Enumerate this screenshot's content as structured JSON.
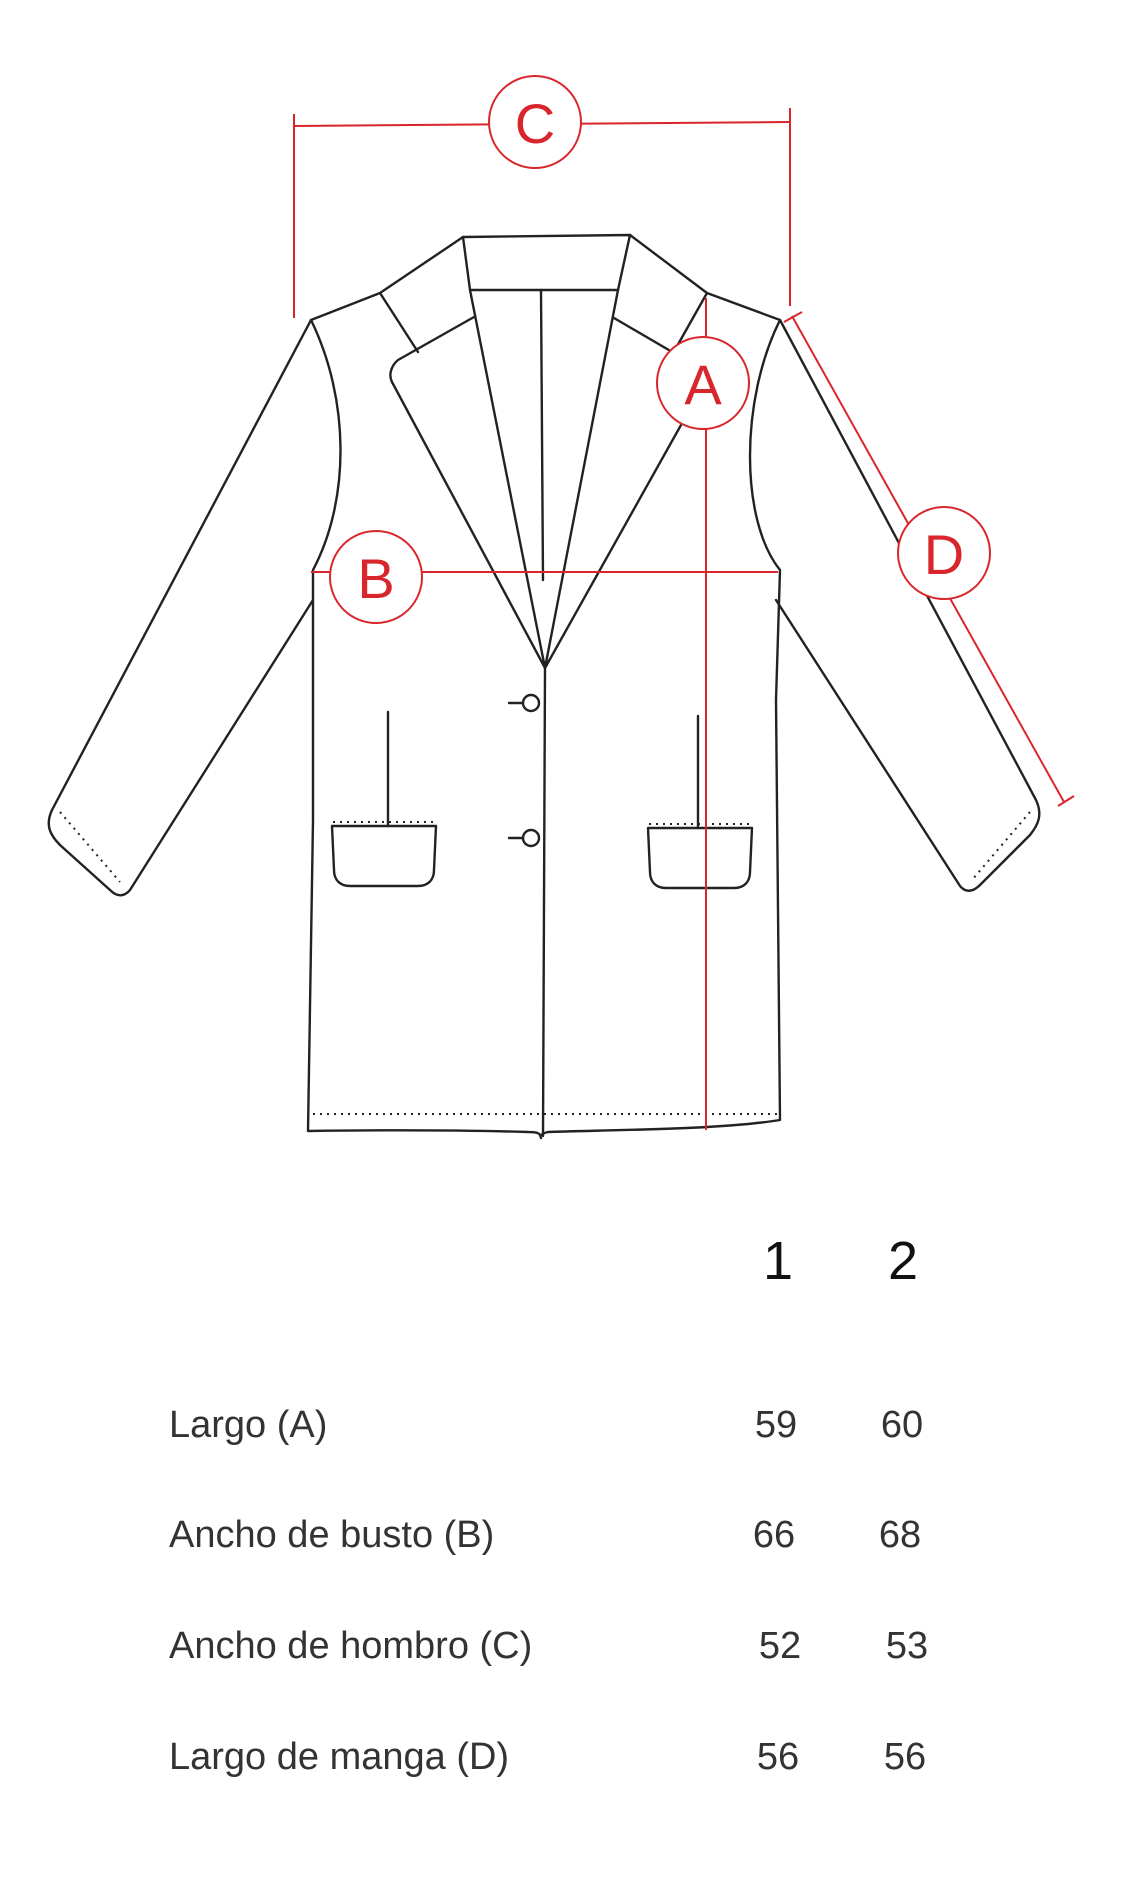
{
  "markers": {
    "a": "A",
    "b": "B",
    "c": "C",
    "d": "D"
  },
  "colors": {
    "measure": "#d9262c",
    "outline": "#222222",
    "text": "#333333"
  },
  "table": {
    "sizes": [
      "1",
      "2"
    ],
    "rows": [
      {
        "label": "Largo (A)",
        "values": [
          "59",
          "60"
        ]
      },
      {
        "label": "Ancho de busto (B)",
        "values": [
          "66",
          "68"
        ]
      },
      {
        "label": "Ancho de hombro (C)",
        "values": [
          "52",
          "53"
        ]
      },
      {
        "label": "Largo de manga (D)",
        "values": [
          "56",
          "56"
        ]
      }
    ]
  }
}
